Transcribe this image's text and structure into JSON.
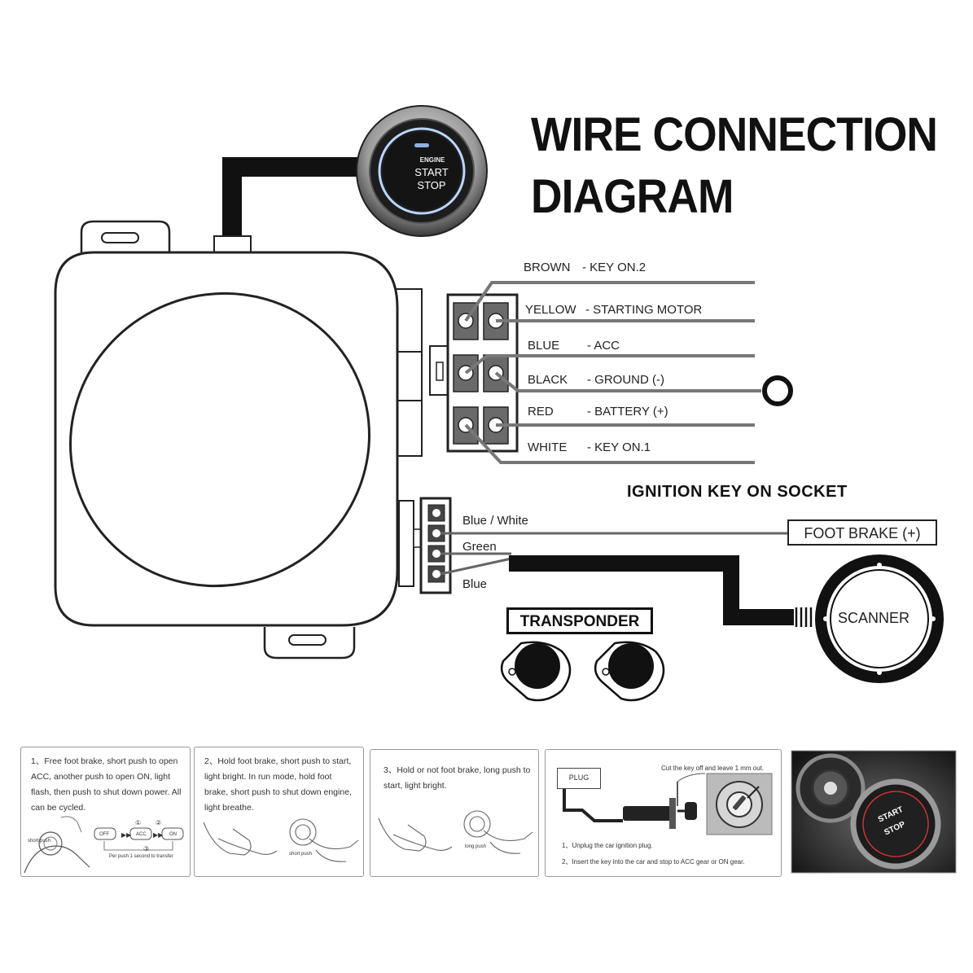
{
  "title": {
    "line1": "WIRE CONNECTION",
    "line2": "DIAGRAM"
  },
  "button": {
    "engine": "ENGINE",
    "start": "START",
    "stop": "STOP"
  },
  "wires": [
    {
      "color": "BROWN",
      "function": "- KEY ON.2"
    },
    {
      "color": "YELLOW",
      "function": "- STARTING MOTOR"
    },
    {
      "color": "BLUE",
      "function": "- ACC"
    },
    {
      "color": "BLACK",
      "function": "- GROUND (-)"
    },
    {
      "color": "RED",
      "function": "- BATTERY (+)"
    },
    {
      "color": "WHITE",
      "function": "- KEY ON.1"
    }
  ],
  "socket_title": "IGNITION KEY ON SOCKET",
  "small_connector": {
    "blue_white": "Blue / White",
    "green": "Green",
    "blue": "Blue"
  },
  "foot_brake": "FOOT BRAKE (+)",
  "scanner": "SCANNER",
  "transponder": "TRANSPONDER",
  "steps": [
    {
      "text": "1、Free foot brake, short push to open ACC, another push to open ON, light flash, then push to shut down power. All can be cycled.",
      "notes": {
        "short_push": "short push",
        "off": "OFF",
        "acc": "ACC",
        "on": "ON",
        "n1": "①",
        "n2": "②",
        "n3": "③",
        "per_push": "Per push 1 second to transfer"
      }
    },
    {
      "text": "2、Hold foot brake, short push to start, light bright. In run mode, hold foot brake, short push to shut down engine, light breathe.",
      "notes": {
        "short_push": "short push"
      }
    },
    {
      "text": "3、Hold or not foot brake, long push to start, light bright.",
      "notes": {
        "long_push": "long push"
      }
    },
    {
      "plug": "PLUG",
      "cut_note": "Cut the key off and leave 1 mm out.",
      "line1": "1、Unplug the car ignition plug.",
      "line2": "2、Insert the key into the car and  stop to ACC gear or ON gear."
    }
  ],
  "photo_button": {
    "start": "START",
    "stop": "STOP"
  }
}
